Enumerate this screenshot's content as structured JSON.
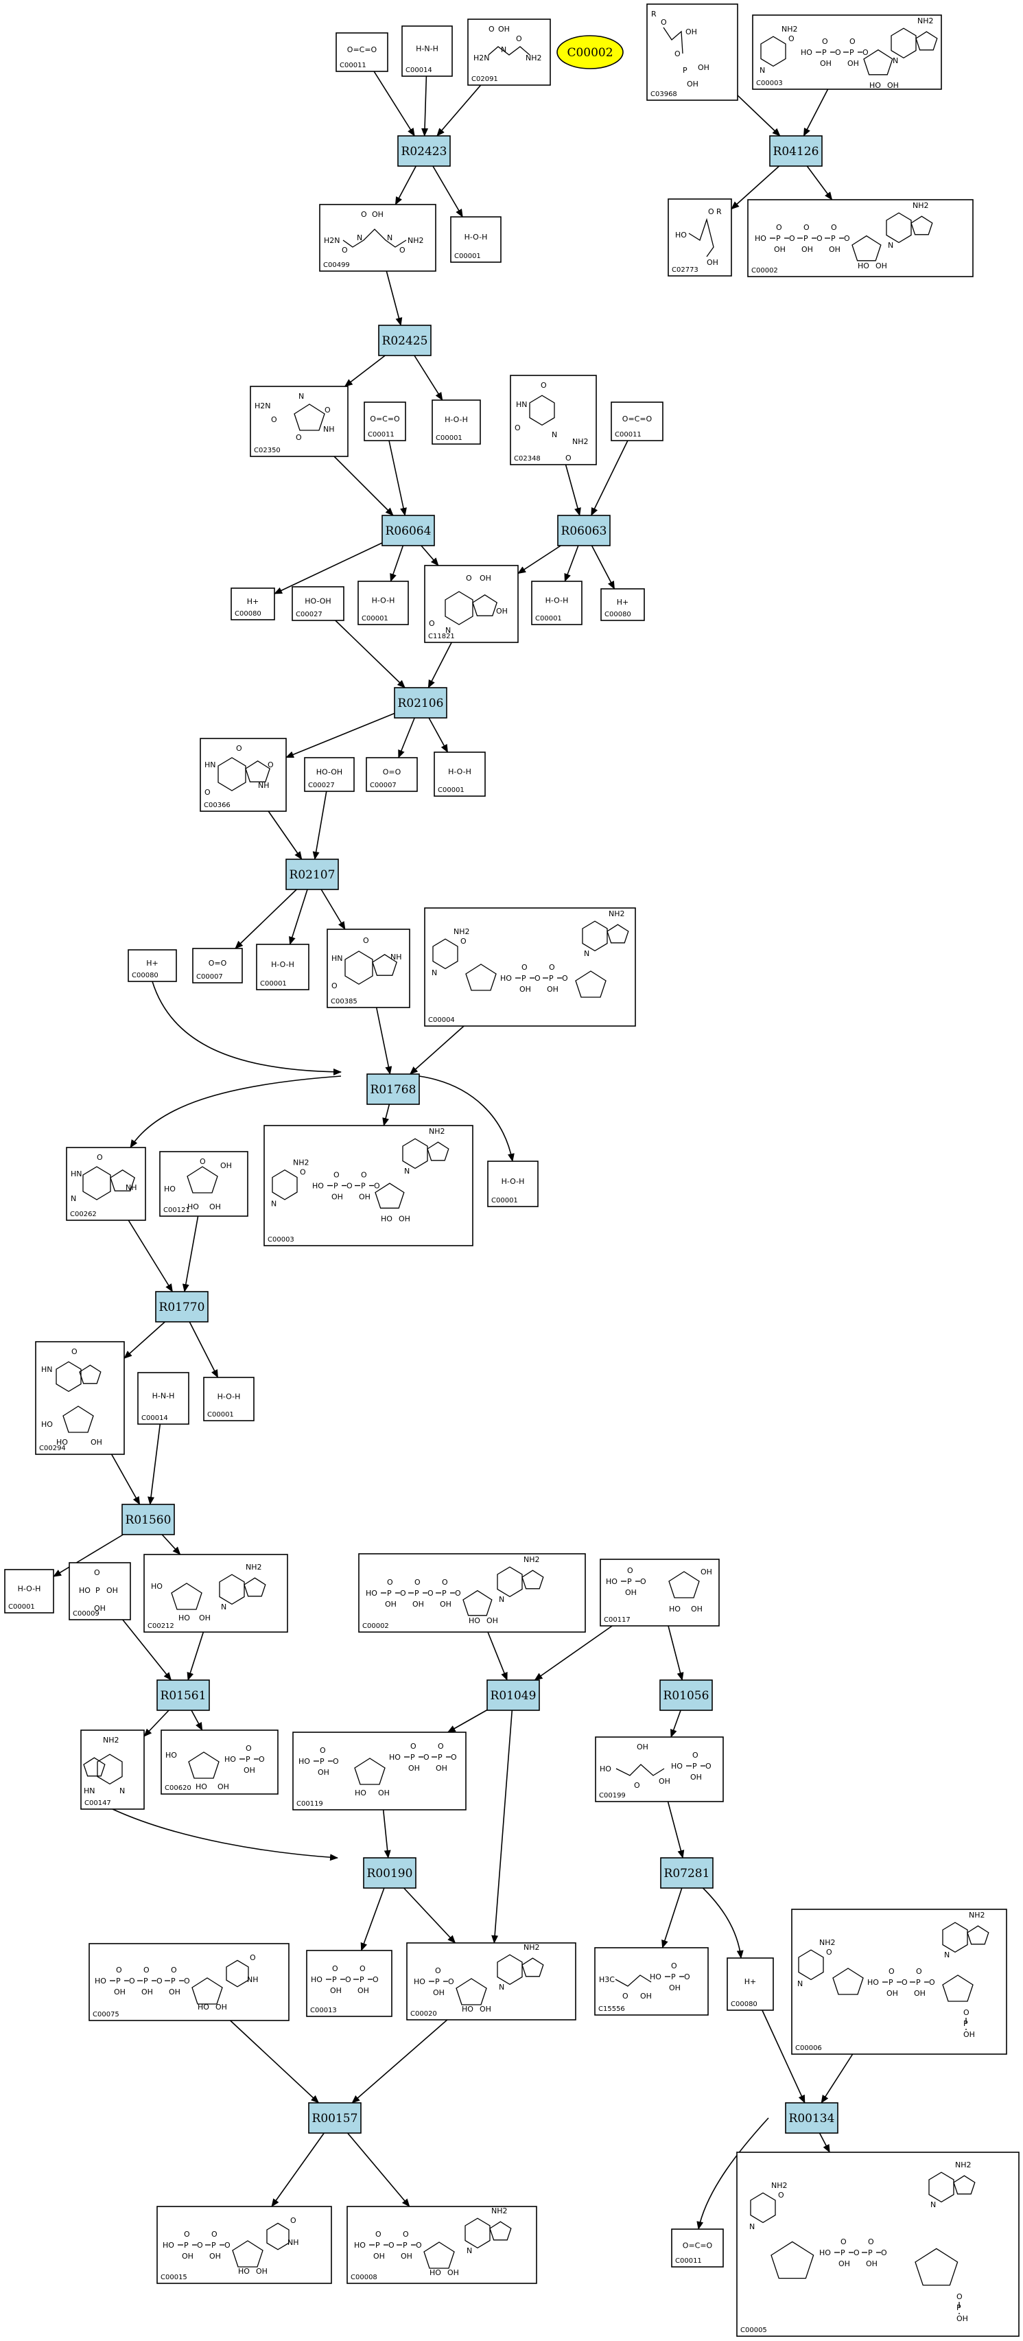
{
  "highlight": {
    "id": "C00002",
    "color": "#ffff00"
  },
  "colors": {
    "reaction": "#add8e6",
    "compound_border": "#000000"
  },
  "reactions": [
    {
      "id": "R02423"
    },
    {
      "id": "R04126"
    },
    {
      "id": "R02425"
    },
    {
      "id": "R06064"
    },
    {
      "id": "R06063"
    },
    {
      "id": "R02106"
    },
    {
      "id": "R02107"
    },
    {
      "id": "R01768"
    },
    {
      "id": "R01770"
    },
    {
      "id": "R01560"
    },
    {
      "id": "R01561"
    },
    {
      "id": "R01049"
    },
    {
      "id": "R01056"
    },
    {
      "id": "R00190"
    },
    {
      "id": "R07281"
    },
    {
      "id": "R00157"
    },
    {
      "id": "R00134"
    }
  ],
  "compounds": [
    {
      "key": "c00011_a",
      "id": "C00011",
      "formula": "O=C=O"
    },
    {
      "key": "c00014_a",
      "id": "C00014",
      "formula": "H-N-H"
    },
    {
      "key": "c02091",
      "id": "C02091"
    },
    {
      "key": "c03968",
      "id": "C03968"
    },
    {
      "key": "c00003_top",
      "id": "C00003"
    },
    {
      "key": "c00499",
      "id": "C00499"
    },
    {
      "key": "c00001_a",
      "id": "C00001",
      "formula": "H-O-H"
    },
    {
      "key": "c02773",
      "id": "C02773"
    },
    {
      "key": "c00002_top",
      "id": "C00002"
    },
    {
      "key": "c02350",
      "id": "C02350"
    },
    {
      "key": "c00011_b",
      "id": "C00011",
      "formula": "O=C=O"
    },
    {
      "key": "c00001_b",
      "id": "C00001",
      "formula": "H-O-H"
    },
    {
      "key": "c02348",
      "id": "C02348"
    },
    {
      "key": "c00011_c",
      "id": "C00011",
      "formula": "O=C=O"
    },
    {
      "key": "c00080_a",
      "id": "C00080",
      "formula": "H+"
    },
    {
      "key": "c00027_a",
      "id": "C00027",
      "formula": "HO-OH"
    },
    {
      "key": "c00001_c",
      "id": "C00001",
      "formula": "H-O-H"
    },
    {
      "key": "c11821",
      "id": "C11821"
    },
    {
      "key": "c00001_d",
      "id": "C00001",
      "formula": "H-O-H"
    },
    {
      "key": "c00080_b",
      "id": "C00080",
      "formula": "H+"
    },
    {
      "key": "c00366",
      "id": "C00366"
    },
    {
      "key": "c00027_b",
      "id": "C00027",
      "formula": "HO-OH"
    },
    {
      "key": "c00007_a",
      "id": "C00007",
      "formula": "O=O"
    },
    {
      "key": "c00001_e",
      "id": "C00001",
      "formula": "H-O-H"
    },
    {
      "key": "c00080_c",
      "id": "C00080",
      "formula": "H+"
    },
    {
      "key": "c00007_b",
      "id": "C00007",
      "formula": "O=O"
    },
    {
      "key": "c00001_f",
      "id": "C00001",
      "formula": "H-O-H"
    },
    {
      "key": "c00385",
      "id": "C00385"
    },
    {
      "key": "c00004",
      "id": "C00004"
    },
    {
      "key": "c00262",
      "id": "C00262"
    },
    {
      "key": "c00121",
      "id": "C00121"
    },
    {
      "key": "c00003_mid",
      "id": "C00003"
    },
    {
      "key": "c00001_g",
      "id": "C00001",
      "formula": "H-O-H"
    },
    {
      "key": "c00294",
      "id": "C00294"
    },
    {
      "key": "c00014_b",
      "id": "C00014",
      "formula": "H-N-H"
    },
    {
      "key": "c00001_h",
      "id": "C00001",
      "formula": "H-O-H"
    },
    {
      "key": "c00001_i",
      "id": "C00001",
      "formula": "H-O-H"
    },
    {
      "key": "c00009",
      "id": "C00009"
    },
    {
      "key": "c00212",
      "id": "C00212"
    },
    {
      "key": "c00002_mid",
      "id": "C00002"
    },
    {
      "key": "c00117",
      "id": "C00117"
    },
    {
      "key": "c00147",
      "id": "C00147"
    },
    {
      "key": "c00620",
      "id": "C00620"
    },
    {
      "key": "c00119",
      "id": "C00119"
    },
    {
      "key": "c00199",
      "id": "C00199"
    },
    {
      "key": "c00075",
      "id": "C00075"
    },
    {
      "key": "c00013",
      "id": "C00013"
    },
    {
      "key": "c00020",
      "id": "C00020"
    },
    {
      "key": "c15556",
      "id": "C15556"
    },
    {
      "key": "c00080_d",
      "id": "C00080",
      "formula": "H+"
    },
    {
      "key": "c00006",
      "id": "C00006"
    },
    {
      "key": "c00015",
      "id": "C00015"
    },
    {
      "key": "c00008",
      "id": "C00008"
    },
    {
      "key": "c00011_d",
      "id": "C00011",
      "formula": "O=C=O"
    },
    {
      "key": "c00005",
      "id": "C00005"
    }
  ]
}
